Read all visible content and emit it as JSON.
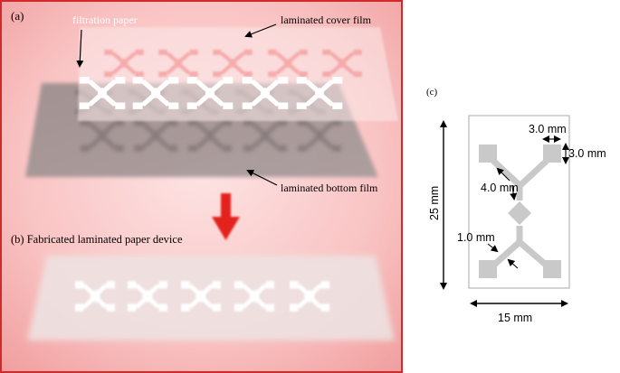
{
  "figure": {
    "panel_a": {
      "label": "(a)",
      "labels": {
        "filtration_paper": "filtration paper",
        "cover_film": "laminated cover film",
        "bottom_film": "laminated bottom film"
      }
    },
    "panel_b": {
      "label": "(b) Fabricated laminated paper device"
    },
    "panel_c": {
      "label": "(c)",
      "dimensions": {
        "pad_width": "3.0 mm",
        "pad_height": "3.0 mm",
        "channel_length": "4.0 mm",
        "channel_width": "1.0 mm",
        "device_height": "25 mm",
        "device_width": "15 mm"
      }
    },
    "colors": {
      "panel_background": "#f7b5b5",
      "panel_border": "#d22a2a",
      "arrow_red": "#e3211b",
      "device_gray": "#c9c9c9",
      "film_gray": "#8f8585"
    }
  }
}
